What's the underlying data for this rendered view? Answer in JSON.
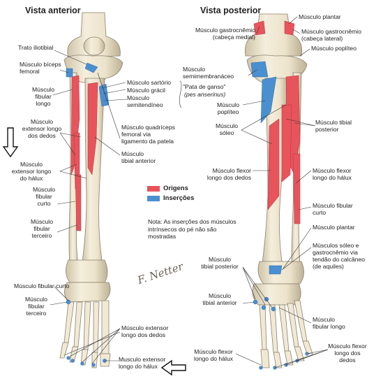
{
  "titles": {
    "anterior": "Vista anterior",
    "posterior": "Vista posterior"
  },
  "colors": {
    "origins": "#e8545c",
    "insertions": "#4a8fd0",
    "bone": "#efe6cf",
    "bone_edge": "#8c8270",
    "leader": "#333333"
  },
  "legend": {
    "origins": "Origens",
    "insertions": "Inserções"
  },
  "note": "Nota: As inserções dos músculos\nintrínsecos do pé não são\nmostradas",
  "signature": "F. Netter",
  "anterior_labels": {
    "trato": "Trato iliotibial",
    "biceps": "Músculo bíceps\nfemoral",
    "fibular_longo": "Músculo\nfibular\nlongo",
    "ext_dedos": "Músculo\nextensor longo\ndos dedos",
    "ext_halux": "Músculo\nextensor longo\ndo hálux",
    "fibular_curto": "Músculo\nfibular\ncurto",
    "fibular_terceiro": "Músculo\nfibular\nterceiro",
    "sartorio": "Músculo sartório",
    "gracil": "Músculo grácil",
    "semitendineo": "Músculo\nsemitendíneo",
    "pata": "\"Pata de ganso\"",
    "pes": "(pes anserinus)",
    "quadriceps": "Músculo quadríceps\nfemoral via\nligamento da patela",
    "tibial_ant": "Músculo\ntibial anterior",
    "fibular_curto_foot": "Músculo fibular curto",
    "fibular_terceiro_foot": "Músculo\nfibular\nterceiro",
    "ext_dedos_foot": "Músculo extensor\nlongo dos dedos",
    "ext_halux_foot": "Musculo extensor\nlongo do hálux"
  },
  "posterior_labels": {
    "plantar": "Músculo plantar",
    "gastro_med": "Músculo gastrocnêmio\n(cabeça medial)",
    "gastro_lat": "Músculo gastrocnêmio\n(cabeça lateral)",
    "popliteo_top": "Músculo poplíteo",
    "semimembranaceo": "Músculo\nsemimembranáceo",
    "popliteo": "Músculo\npoplíteo",
    "soleo": "Músculo\nsóleo",
    "tibial_post": "Músculo tibial\nposterior",
    "flexor_dedos": "Músculo flexor\nlongo dos dedos",
    "flexor_halux": "Músculo flexor\nlongo do hálux",
    "fibular_curto": "Músculo fibular\ncurto",
    "plantar2": "Músculo plantar",
    "soleo_gastro": "Músculos sóleo e\ngastrocnêmio via\ntendão do calcâneo\n(de aquiles)",
    "tibial_post_foot": "Músculo\ntibial posterior",
    "tibial_ant_foot": "Músculo\ntibial anterior",
    "fibular_longo": "Músculo\nfibular longo",
    "flexor_halux_foot": "Músculo flexor\nlongo do hálux",
    "flexor_dedos_foot": "Músculo flexor\nlongo dos\ndedos"
  }
}
